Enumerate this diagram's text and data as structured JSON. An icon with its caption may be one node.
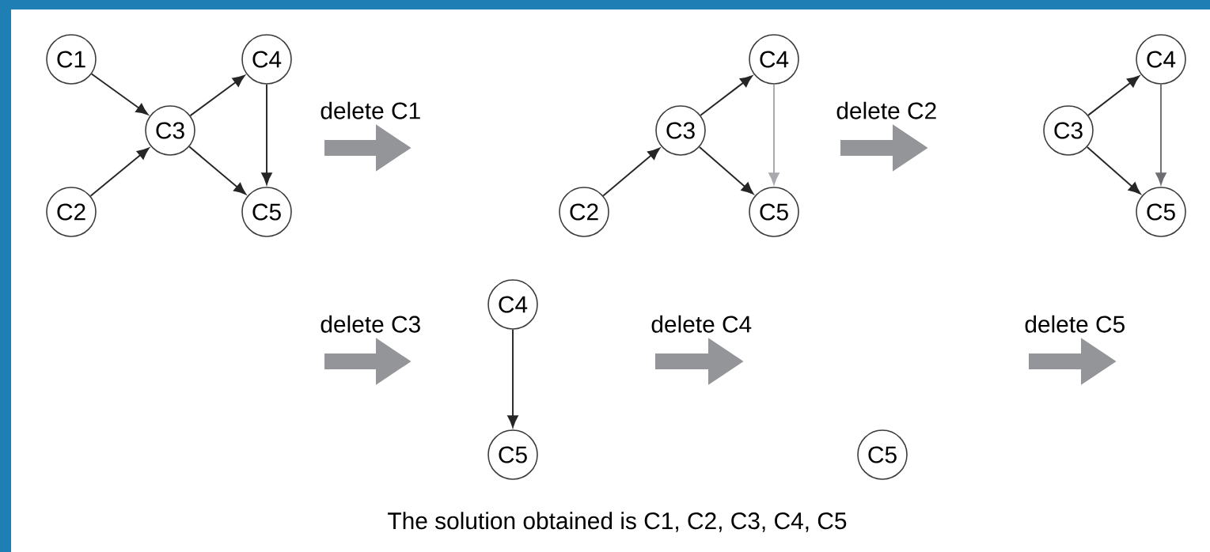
{
  "diagram": {
    "caption": "The solution obtained is C1, C2, C3, C4, C5",
    "nodes": [
      {
        "text": [
          "C1"
        ]
      },
      {
        "text": [
          "C2"
        ]
      },
      {
        "text": [
          "C3"
        ]
      },
      {
        "text": [
          "C4"
        ]
      },
      {
        "text": [
          "C5"
        ]
      },
      {
        "text": [
          "C2"
        ]
      },
      {
        "text": [
          "C3"
        ]
      },
      {
        "text": [
          "C4"
        ]
      },
      {
        "text": [
          "C5"
        ]
      },
      {
        "text": [
          "C3"
        ]
      },
      {
        "text": [
          "C4"
        ]
      },
      {
        "text": [
          "C5"
        ]
      },
      {
        "text": [
          "C4"
        ]
      },
      {
        "text": [
          "C5"
        ]
      },
      {
        "text": [
          "C5"
        ]
      }
    ],
    "edges": [
      {
        "from": 0,
        "to": 2,
        "arrow": "to"
      },
      {
        "from": 1,
        "to": 2,
        "arrow": "to"
      },
      {
        "from": 2,
        "to": 3,
        "arrow": "to"
      },
      {
        "from": 2,
        "to": 4,
        "arrow": "to"
      },
      {
        "from": 3,
        "to": 4,
        "arrow": "to"
      },
      {
        "from": 5,
        "to": 6,
        "arrow": "to"
      },
      {
        "from": 6,
        "to": 7,
        "arrow": "to"
      },
      {
        "from": 6,
        "to": 8,
        "arrow": "to"
      },
      {
        "from": 7,
        "to": 8,
        "arrow": "to",
        "color": "#a7a9ac"
      },
      {
        "from": 9,
        "to": 10,
        "arrow": "to"
      },
      {
        "from": 9,
        "to": 11,
        "arrow": "to"
      },
      {
        "from": 10,
        "to": 11,
        "arrow": "to",
        "color": "#6d6e71"
      },
      {
        "from": 12,
        "to": 13,
        "arrow": "to"
      }
    ],
    "labels": [
      "delete C1",
      "delete C2",
      "delete C3",
      "delete C4",
      "delete C5"
    ]
  }
}
